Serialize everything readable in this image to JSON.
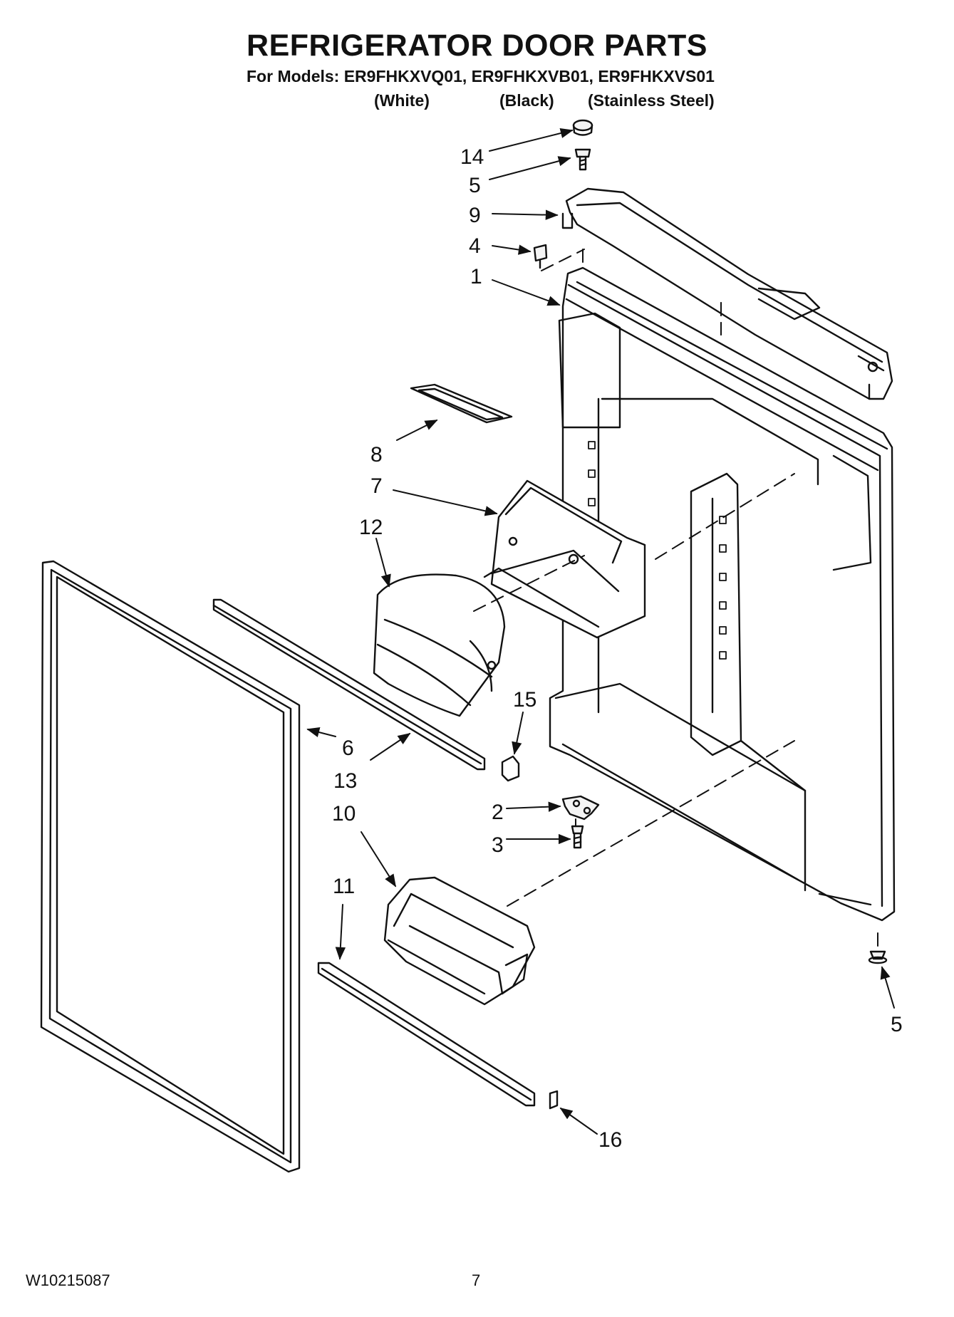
{
  "header": {
    "title": "REFRIGERATOR DOOR PARTS",
    "models_line": "For Models: ER9FHKXVQ01, ER9FHKXVB01, ER9FHKXVS01",
    "variants": [
      "(White)",
      "(Black)",
      "(Stainless Steel)"
    ]
  },
  "callouts": [
    "14",
    "5",
    "9",
    "4",
    "1",
    "8",
    "7",
    "12",
    "15",
    "6",
    "13",
    "2",
    "3",
    "10",
    "11",
    "16",
    "5"
  ],
  "footer": {
    "part_number": "W10215087",
    "page_number": "7"
  },
  "colors": {
    "ink": "#111111",
    "paper": "#ffffff",
    "fill_light": "#f4f4f4"
  }
}
